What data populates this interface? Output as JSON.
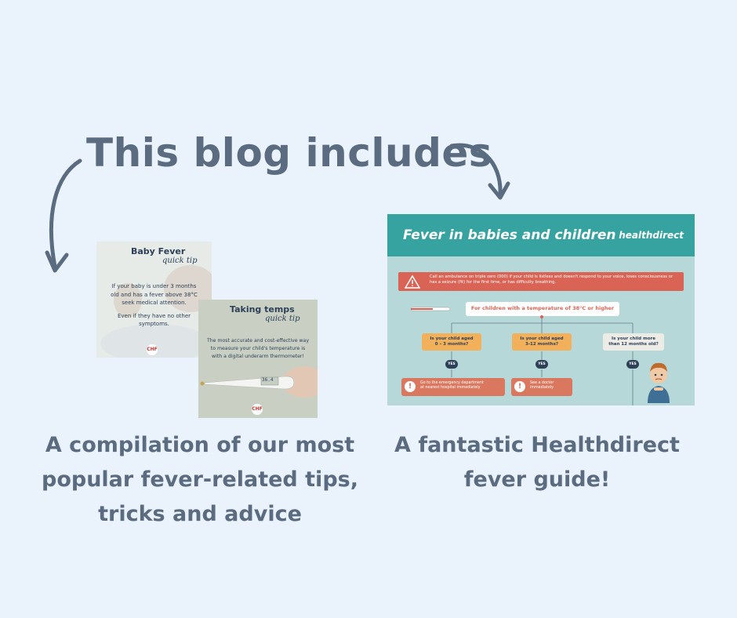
{
  "headline": "This blog includes",
  "captions": {
    "left": [
      "A compilation of our most",
      "popular fever-related tips,",
      "tricks and advice"
    ],
    "right": [
      "A fantastic Healthdirect",
      "fever guide!"
    ]
  },
  "tip_card_1": {
    "title": "Baby Fever",
    "subtitle": "quick tip",
    "body": [
      "If your baby is under 3 months",
      "old and has a fever above 38°C",
      "seek medical attention.",
      "",
      "Even if they have no other",
      "symptoms."
    ],
    "logo": "CHF"
  },
  "tip_card_2": {
    "title": "Taking temps",
    "subtitle": "quick tip",
    "body": [
      "The most accurate and cost-effective way",
      "to measure your child's temperature is",
      "with a digital underarm thermometer!"
    ],
    "thermometer_reading": "36.4",
    "logo": "CHF"
  },
  "infographic": {
    "title": "Fever in babies and children",
    "brand": "healthdirect",
    "alert": "Call an ambulance on triple zero (000) if your child is listless and doesn't respond to your voice, loses consciousness or has a seizure (fit) for the first time, or has difficulty breathing.",
    "temp_box": "For children with a temperature of 38°C or higher",
    "questions": [
      [
        "Is your child aged",
        "0 – 3 months?"
      ],
      [
        "Is your child aged",
        "3-12 months?"
      ],
      [
        "Is your child more",
        "than 12 months old?"
      ]
    ],
    "yes_label": "YES",
    "actions": [
      [
        "Go to the emergency department",
        "at nearest hospital immediately"
      ],
      [
        "See a doctor",
        "immediately"
      ]
    ]
  },
  "colors": {
    "background": "#eaf3fc",
    "text": "#5b6b80",
    "header_teal": "#36a3a1",
    "alert_red": "#d96455",
    "question_orange": "#f2b05a"
  }
}
